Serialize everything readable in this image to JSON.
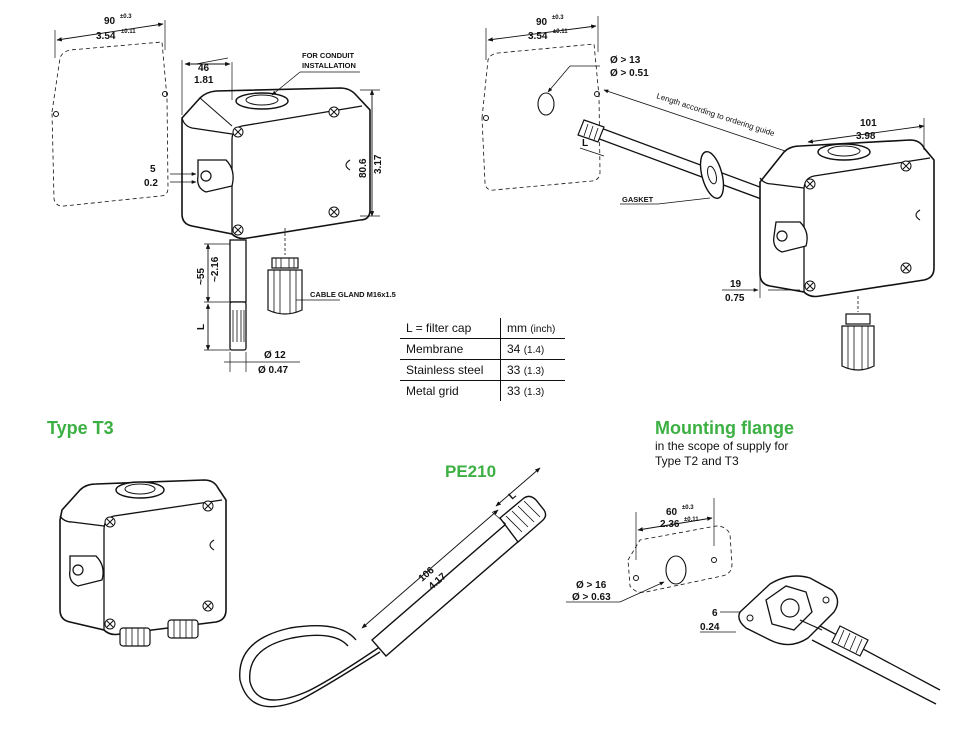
{
  "headings": {
    "type_t3": "Type T3",
    "pe210": "PE210",
    "mounting_flange": "Mounting flange",
    "mounting_flange_sub1": "in the scope of supply for",
    "mounting_flange_sub2": "Type T2 and T3"
  },
  "filter_table": {
    "header": {
      "label": "L = filter cap",
      "unit": "mm",
      "unit_inch": "(inch)"
    },
    "rows": [
      {
        "label": "Membrane",
        "mm": "34",
        "inch": "(1.4)"
      },
      {
        "label": "Stainless steel",
        "mm": "33",
        "inch": "(1.3)"
      },
      {
        "label": "Metal grid",
        "mm": "33",
        "inch": "(1.3)"
      }
    ]
  },
  "drawing1": {
    "width_mm": "90",
    "width_mm_tol": "±0.3",
    "width_in": "3.54",
    "width_in_tol": "±0.11",
    "offset_mm": "46",
    "offset_in": "1.81",
    "conduit_note_1": "FOR CONDUIT",
    "conduit_note_2": "INSTALLATION",
    "slot_mm": "5",
    "slot_in": "0.2",
    "height_mm": "80.6",
    "height_in": "3.17",
    "probe_mm": "~55",
    "probe_in": "~2.16",
    "filter_label": "L",
    "diam_mm": "Ø 12",
    "diam_in": "Ø 0.47",
    "cable_gland": "CABLE GLAND M16x1.5"
  },
  "drawing2": {
    "width_mm": "90",
    "width_mm_tol": "±0.3",
    "width_in": "3.54",
    "width_in_tol": "±0.11",
    "hole_mm": "Ø > 13",
    "hole_in": "Ø > 0.51",
    "length_note": "Length according to ordering guide",
    "filter_label": "L",
    "gasket": "GASKET",
    "depth_mm": "101",
    "depth_in": "3.98",
    "flange_mm": "19",
    "flange_in": "0.75"
  },
  "drawing_pe210": {
    "length_mm": "106",
    "length_in": "4.17",
    "filter_label": "L"
  },
  "drawing_flange": {
    "spacing_mm": "60",
    "spacing_mm_tol": "±0.3",
    "spacing_in": "2.36",
    "spacing_in_tol": "±0.11",
    "hole_mm": "Ø > 16",
    "hole_in": "Ø > 0.63",
    "thick_mm": "6",
    "thick_in": "0.24"
  },
  "colors": {
    "heading_green": "#3cb043",
    "line": "#111111"
  }
}
